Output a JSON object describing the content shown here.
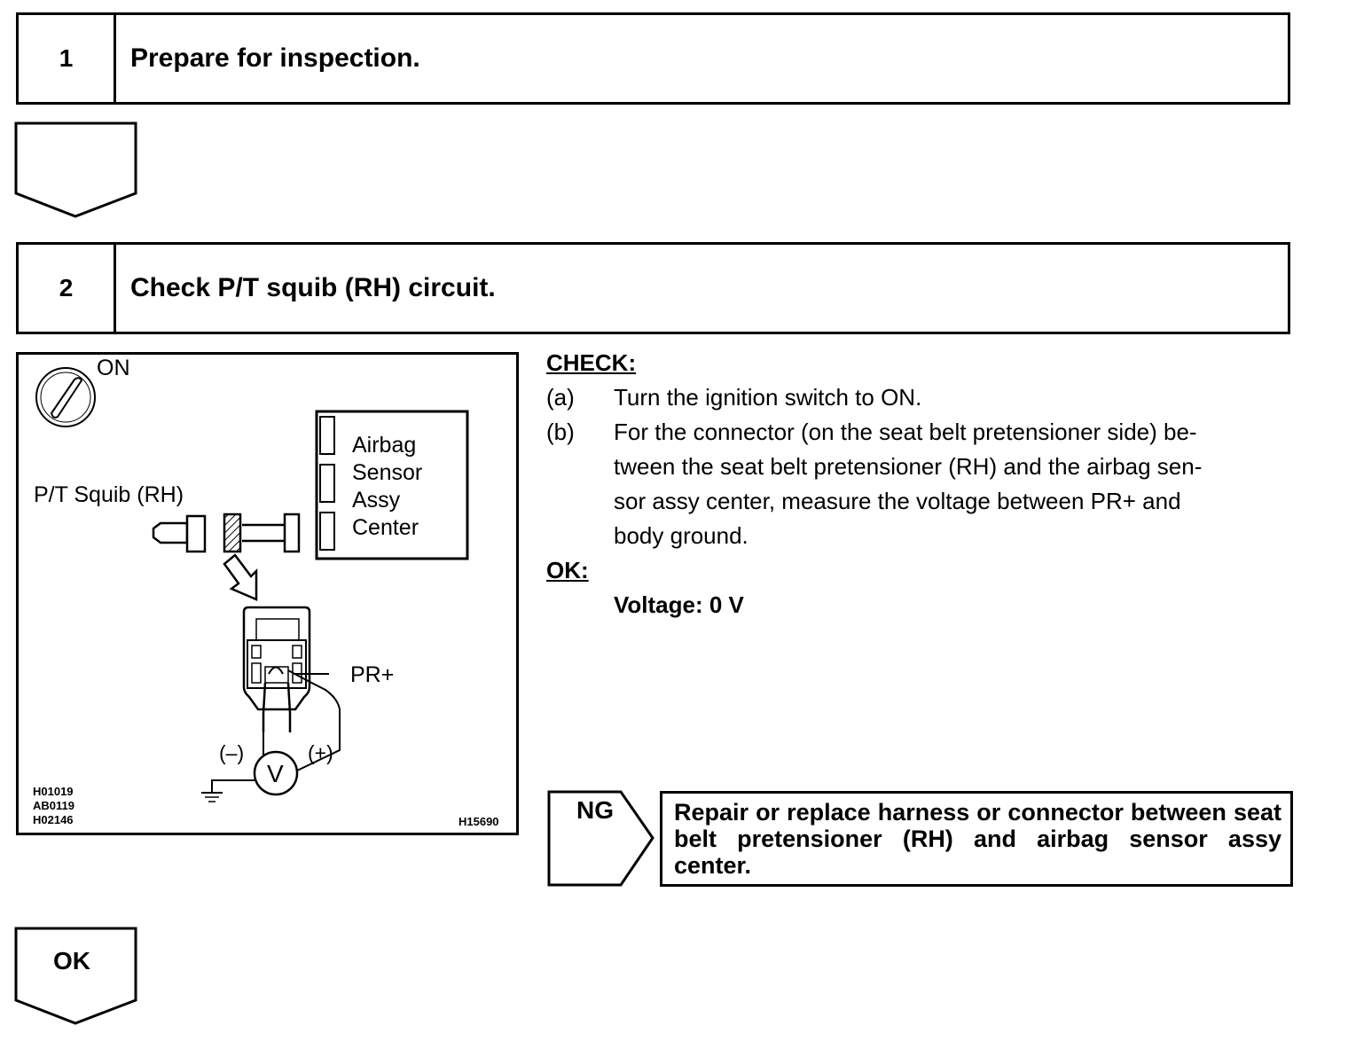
{
  "steps": [
    {
      "number": "1",
      "title": "Prepare for inspection."
    },
    {
      "number": "2",
      "title": "Check P/T squib (RH) circuit."
    }
  ],
  "diagram": {
    "ignition_label": "ON",
    "component_label": "P/T Squib (RH)",
    "ecu_lines": [
      "Airbag",
      "Sensor",
      "Assy",
      "Center"
    ],
    "terminal_label": "PR+",
    "meter_minus": "(–)",
    "meter_plus": "(+)",
    "meter_symbol": "V",
    "ref_codes": [
      "H01019",
      "AB0119",
      "H02146"
    ],
    "figure_code": "H15690"
  },
  "check": {
    "heading": "CHECK:",
    "items": [
      {
        "marker": "(a)",
        "lines": [
          "Turn the ignition switch to ON."
        ]
      },
      {
        "marker": "(b)",
        "lines": [
          "For the connector (on the seat belt pretensioner side) be-",
          "tween the seat belt pretensioner (RH) and the airbag sen-",
          "sor assy center, measure the voltage between PR+ and",
          "body ground."
        ]
      }
    ],
    "ok_heading": "OK:",
    "ok_spec": "Voltage: 0 V"
  },
  "ng": {
    "label": "NG",
    "action": "Repair or replace harness or connector between seat belt pretensioner (RH) and airbag sensor assy center."
  },
  "ok_arrow_label": "OK"
}
